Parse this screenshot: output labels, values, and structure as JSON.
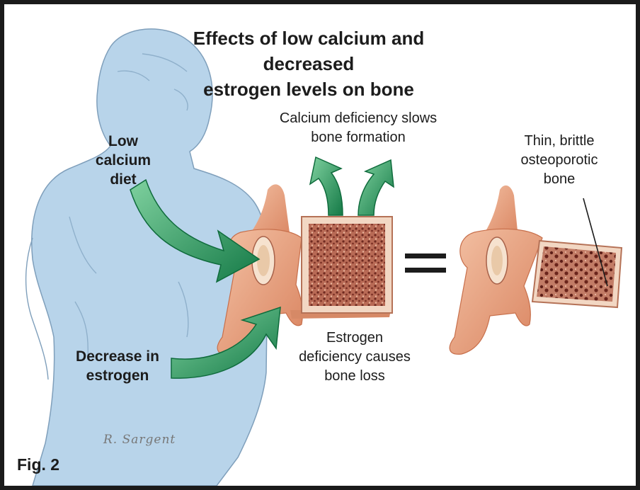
{
  "figure": {
    "title_line1": "Effects of low calcium and decreased",
    "title_line2": "estrogen levels on bone",
    "fig_label": "Fig. 2",
    "signature": "R. Sargent"
  },
  "labels": {
    "low_calcium": [
      "Low",
      "calcium",
      "diet"
    ],
    "decrease_estrogen": [
      "Decrease in",
      "estrogen"
    ],
    "calcium_deficiency": [
      "Calcium deficiency slows",
      "bone formation"
    ],
    "estrogen_deficiency": [
      "Estrogen",
      "deficiency causes",
      "bone loss"
    ],
    "osteoporotic": [
      "Thin, brittle",
      "osteoporotic",
      "bone"
    ],
    "equals": "="
  },
  "colors": {
    "body": "#b8d4ea",
    "body_outline": "#7f9fbb",
    "arrow_green": "#1f9a5c",
    "bone_orange": "#e8a27e",
    "marrow": "#8a3b2e"
  }
}
